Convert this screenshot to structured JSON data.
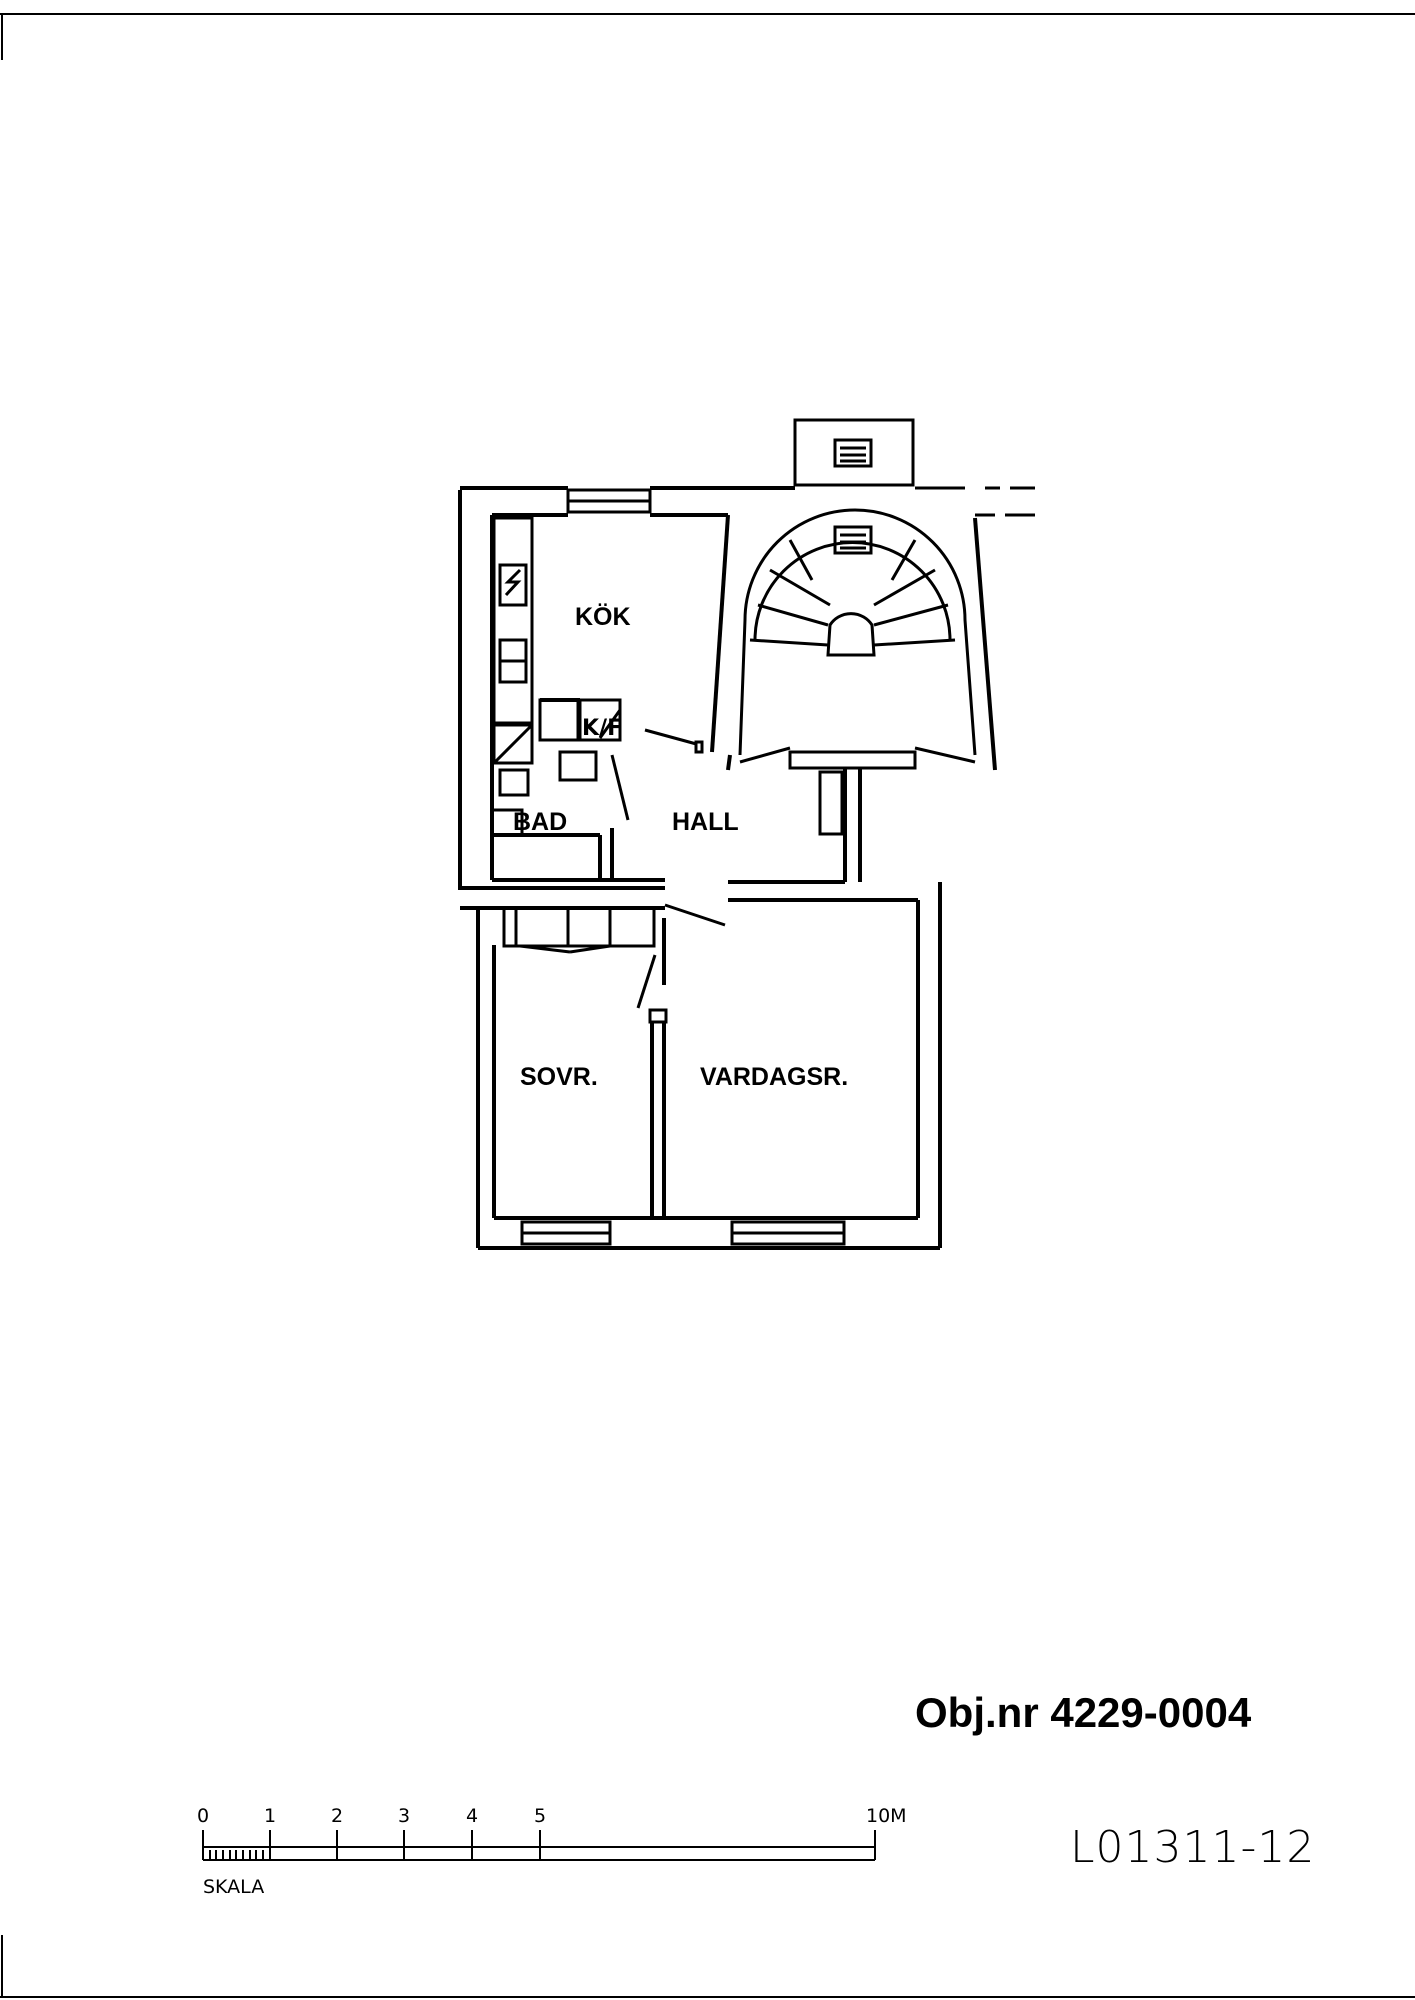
{
  "rooms": {
    "kitchen": "KÖK",
    "kitchen_kf": "K/F",
    "bathroom": "BAD",
    "hall": "HALL",
    "bedroom": "SOVR.",
    "living_room": "VARDAGSR."
  },
  "object_number": "Obj.nr 4229-0004",
  "drawing_number": "L01311-12",
  "scale_bar": {
    "label": "SKALA",
    "ticks": [
      "0",
      "1",
      "2",
      "3",
      "4",
      "5",
      "10M"
    ]
  }
}
